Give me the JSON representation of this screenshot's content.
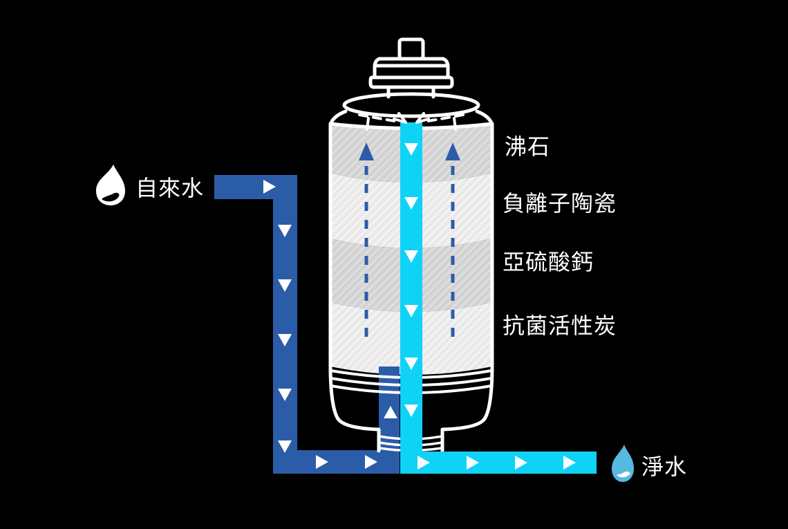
{
  "diagram": {
    "type": "water-filter-flow-diagram",
    "background": "#000000",
    "colors": {
      "background": "#000000",
      "tap_pipe": "#2B5CA8",
      "clean_pipe": "#0FD2F7",
      "clean_drop": "#55B9E2",
      "outline": "#FFFFFF",
      "text": "#FFFFFF",
      "layer_dark_base": "#D2D2D2",
      "layer_dark_stripe": "#DFDFDF",
      "layer_light_base": "#E9E9E9",
      "layer_light_stripe": "#F4F4F4"
    },
    "icons": {
      "tap_drop": "water-drop-icon",
      "clean_drop": "water-drop-icon"
    },
    "tap_water": {
      "label": "自來水"
    },
    "clean_water": {
      "label": "淨水"
    },
    "filter_layers": [
      {
        "label": "沸石"
      },
      {
        "label": "負離子陶瓷"
      },
      {
        "label": "亞硫酸鈣"
      },
      {
        "label": "抗菌活性炭"
      }
    ]
  }
}
